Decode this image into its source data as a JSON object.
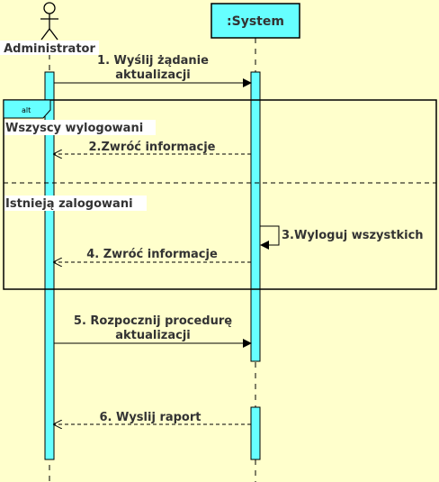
{
  "diagram": {
    "colors": {
      "background": "#FFFFCC",
      "lifeline_fill": "#66FFFF",
      "stroke": "#000000",
      "text": "#333333",
      "label_bg": "#FFFFFF"
    },
    "actor": {
      "name": "Administrator"
    },
    "system": {
      "name": ":System"
    },
    "fragment": {
      "operator": "alt",
      "guard_1": "Wszyscy wylogowani",
      "guard_2": "Istnieją zalogowani"
    },
    "messages": {
      "m1_line1": "1. Wyślij żądanie",
      "m1_line2": "aktualizacji",
      "m2": "2.Zwróć informacje",
      "m3": "3.Wyloguj wszystkich",
      "m4": "4. Zwróć informacje",
      "m5_line1": "5. Rozpocznij procedurę",
      "m5_line2": "aktualizacji",
      "m6": "6. Wyslij raport"
    }
  }
}
